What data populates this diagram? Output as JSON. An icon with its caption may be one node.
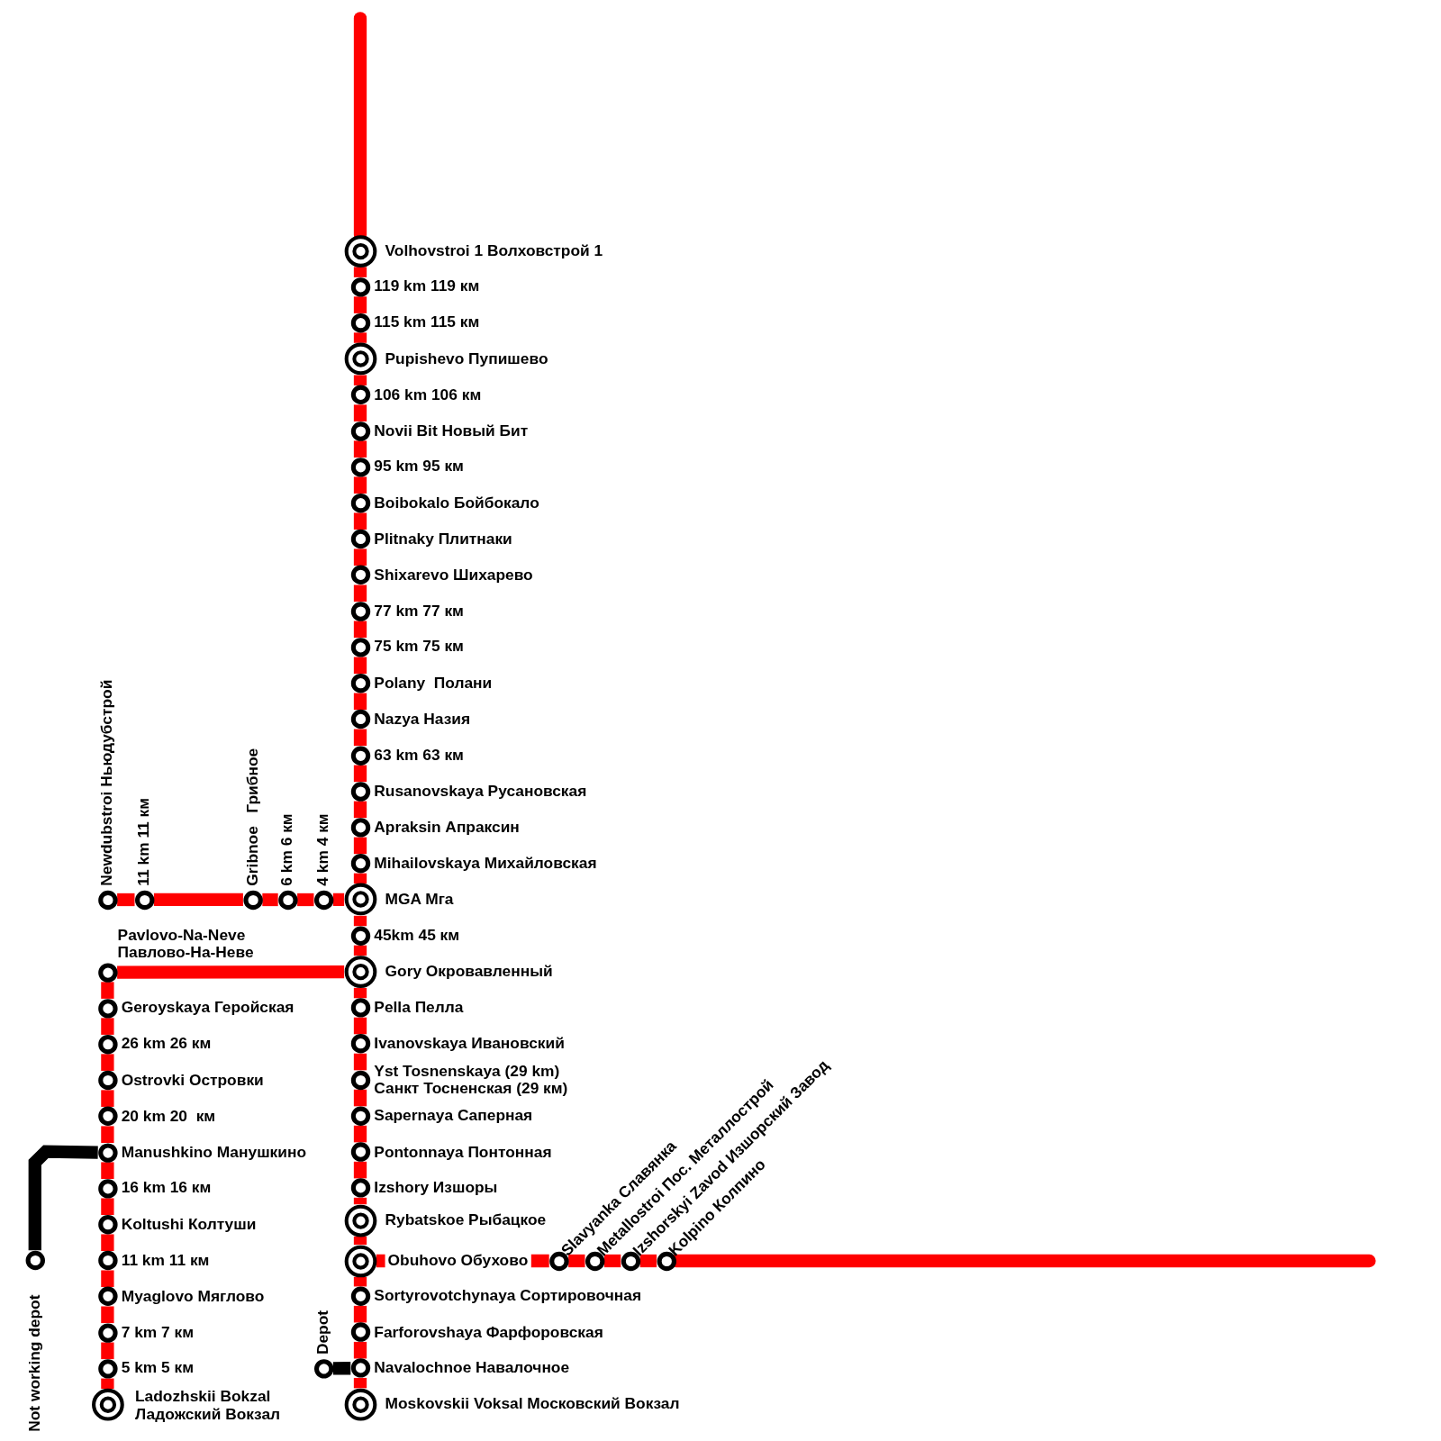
{
  "diagram": {
    "nodes": [
      {
        "text": [],
        "shape": "circle",
        "beside": [
          "Volhovstroi 1 Волховстрой 1"
        ]
      },
      {
        "text": [],
        "shape": "circle",
        "beside": [
          "119 km 119 км"
        ]
      },
      {
        "text": [],
        "shape": "circle",
        "beside": [
          "115 km 115 км"
        ]
      },
      {
        "text": [],
        "shape": "circle",
        "beside": [
          "Pupishevo Пупишево"
        ]
      },
      {
        "text": [],
        "shape": "circle",
        "beside": [
          "106 km 106 км"
        ]
      },
      {
        "text": [],
        "shape": "circle",
        "beside": [
          "Novii Bit Новый Бит"
        ]
      },
      {
        "text": [],
        "shape": "circle",
        "beside": [
          "95 km 95 км"
        ]
      },
      {
        "text": [],
        "shape": "circle",
        "beside": [
          "Boibokalo Бойбокало"
        ]
      },
      {
        "text": [],
        "shape": "circle",
        "beside": [
          "Plitnaky Плитнаки"
        ]
      },
      {
        "text": [],
        "shape": "circle",
        "beside": [
          "Shixarevo Шихарево"
        ]
      },
      {
        "text": [],
        "shape": "circle",
        "beside": [
          "77 km 77 км"
        ]
      },
      {
        "text": [],
        "shape": "circle",
        "beside": [
          "75 km 75 км"
        ]
      },
      {
        "text": [],
        "shape": "circle",
        "beside": [
          "Polany  Полани"
        ]
      },
      {
        "text": [],
        "shape": "circle",
        "beside": [
          "Nazya Назия"
        ]
      },
      {
        "text": [],
        "shape": "circle",
        "beside": [
          "63 km 63 км"
        ]
      },
      {
        "text": [],
        "shape": "circle",
        "beside": [
          "Rusanovskaya Русановская"
        ]
      },
      {
        "text": [],
        "shape": "circle",
        "beside": [
          "Apraksin Апраксин"
        ]
      },
      {
        "text": [],
        "shape": "circle",
        "beside": [
          "Mihailovskaya Михайловская"
        ]
      },
      {
        "text": [],
        "shape": "circle",
        "beside": [
          "MGA Мга"
        ]
      },
      {
        "text": [],
        "shape": "circle",
        "beside": [
          "45km 45 км"
        ]
      },
      {
        "text": [],
        "shape": "circle",
        "beside": [
          "Gory Окровавленный"
        ]
      },
      {
        "text": [],
        "shape": "circle",
        "beside": [
          "Pella Пелла"
        ]
      },
      {
        "text": [],
        "shape": "circle",
        "beside": [
          "Ivanovskaya Ивановский"
        ]
      },
      {
        "text": [],
        "shape": "circle",
        "beside": [
          "Yst Tosnenskaya (29 km) Санкт Тосненская (29 км)"
        ]
      },
      {
        "text": [],
        "shape": "circle",
        "beside": [
          "Sapernaya Саперная"
        ]
      },
      {
        "text": [],
        "shape": "circle",
        "beside": [
          "Pontonnaya Понтонная"
        ]
      },
      {
        "text": [],
        "shape": "circle",
        "beside": [
          "Izshory Изшоры"
        ]
      },
      {
        "text": [],
        "shape": "circle",
        "beside": [
          "Rybatskoe Рыбацкое"
        ]
      },
      {
        "text": [],
        "shape": "circle",
        "beside": [
          "Obuhovo Обухово"
        ]
      },
      {
        "text": [],
        "shape": "circle",
        "beside": [
          "Sortyrovotchynaya Сортировочная"
        ]
      },
      {
        "text": [],
        "shape": "circle",
        "beside": [
          "Farforovshaya Фарфоровская"
        ]
      },
      {
        "text": [],
        "shape": "circle",
        "beside": [
          "Navalochnoe Навалочное"
        ]
      },
      {
        "text": [],
        "shape": "circle",
        "beside": [
          "Moskovskii Voksal Московский Вокзал"
        ]
      },
      {
        "text": [],
        "shape": "circle",
        "beside": [
          "Newdubstroi Ньюдубстрой"
        ]
      },
      {
        "text": [],
        "shape": "circle",
        "beside": [
          "11 km 11 км"
        ]
      },
      {
        "text": [],
        "shape": "circle",
        "beside": [
          "Gribnoe   Грибное"
        ]
      },
      {
        "text": [],
        "shape": "circle",
        "beside": [
          "6 km 6 км"
        ]
      },
      {
        "text": [],
        "shape": "circle",
        "beside": [
          "4 km 4 км"
        ]
      },
      {
        "text": [],
        "shape": "circle",
        "beside": [
          "Pavlovo-Na-Neve Павлово-На-Неве"
        ]
      },
      {
        "text": [],
        "shape": "circle",
        "beside": [
          "Geroyskaya Геройская"
        ]
      },
      {
        "text": [],
        "shape": "circle",
        "beside": [
          "26 km 26 км"
        ]
      },
      {
        "text": [],
        "shape": "circle",
        "beside": [
          "Ostrovki Островки"
        ]
      },
      {
        "text": [],
        "shape": "circle",
        "beside": [
          "20 km 20  км"
        ]
      },
      {
        "text": [],
        "shape": "circle",
        "beside": [
          "Manushkino Манушкино"
        ]
      },
      {
        "text": [],
        "shape": "circle",
        "beside": [
          "16 km 16 км"
        ]
      },
      {
        "text": [],
        "shape": "circle",
        "beside": [
          "Koltushi Колтуши"
        ]
      },
      {
        "text": [],
        "shape": "circle",
        "beside": [
          "11 km 11 км"
        ]
      },
      {
        "text": [],
        "shape": "circle",
        "beside": [
          "Myaglovo Мяглово"
        ]
      },
      {
        "text": [],
        "shape": "circle",
        "beside": [
          "7 km 7 км"
        ]
      },
      {
        "text": [],
        "shape": "circle",
        "beside": [
          "5 km 5 км"
        ]
      },
      {
        "text": [],
        "shape": "circle",
        "beside": [
          "Ladozhskii Bokzal Ладожский Вокзал"
        ]
      },
      {
        "text": [],
        "shape": "circle",
        "beside": [
          "Not working depot"
        ]
      },
      {
        "text": [],
        "shape": "circle",
        "beside": [
          "Slavyanka Славянка"
        ]
      },
      {
        "text": [],
        "shape": "circle",
        "beside": [
          "Metallostroi Пос. Металлострой"
        ]
      },
      {
        "text": [],
        "shape": "circle",
        "beside": [
          "Izshorskyi Zavod Изшорский Завод"
        ]
      },
      {
        "text": [],
        "shape": "circle",
        "beside": [
          "Kolpino Колпино"
        ]
      },
      {
        "text": [],
        "shape": "circle",
        "beside": [
          "Depot"
        ]
      }
    ],
    "edges": [
      {
        "from": 0,
        "to": 1,
        "arrow": "none"
      },
      {
        "from": 1,
        "to": 2,
        "arrow": "none"
      },
      {
        "from": 2,
        "to": 3,
        "arrow": "none"
      },
      {
        "from": 3,
        "to": 4,
        "arrow": "none"
      },
      {
        "from": 4,
        "to": 5,
        "arrow": "none"
      },
      {
        "from": 5,
        "to": 6,
        "arrow": "none"
      },
      {
        "from": 6,
        "to": 7,
        "arrow": "none"
      },
      {
        "from": 7,
        "to": 8,
        "arrow": "none"
      },
      {
        "from": 8,
        "to": 9,
        "arrow": "none"
      },
      {
        "from": 9,
        "to": 10,
        "arrow": "none"
      },
      {
        "from": 10,
        "to": 11,
        "arrow": "none"
      },
      {
        "from": 11,
        "to": 12,
        "arrow": "none"
      },
      {
        "from": 12,
        "to": 13,
        "arrow": "none"
      },
      {
        "from": 13,
        "to": 14,
        "arrow": "none"
      },
      {
        "from": 14,
        "to": 15,
        "arrow": "none"
      },
      {
        "from": 15,
        "to": 16,
        "arrow": "none"
      },
      {
        "from": 16,
        "to": 17,
        "arrow": "none"
      },
      {
        "from": 17,
        "to": 18,
        "arrow": "none"
      },
      {
        "from": 18,
        "to": 19,
        "arrow": "none"
      },
      {
        "from": 19,
        "to": 20,
        "arrow": "none"
      },
      {
        "from": 20,
        "to": 21,
        "arrow": "none"
      },
      {
        "from": 21,
        "to": 22,
        "arrow": "none"
      },
      {
        "from": 22,
        "to": 23,
        "arrow": "none"
      },
      {
        "from": 23,
        "to": 24,
        "arrow": "none"
      },
      {
        "from": 24,
        "to": 25,
        "arrow": "none"
      },
      {
        "from": 25,
        "to": 26,
        "arrow": "none"
      },
      {
        "from": 26,
        "to": 27,
        "arrow": "none"
      },
      {
        "from": 27,
        "to": 28,
        "arrow": "none"
      },
      {
        "from": 28,
        "to": 29,
        "arrow": "none"
      },
      {
        "from": 29,
        "to": 30,
        "arrow": "none"
      },
      {
        "from": 30,
        "to": 31,
        "arrow": "none"
      },
      {
        "from": 31,
        "to": 32,
        "arrow": "none"
      },
      {
        "from": null,
        "to": 0,
        "arrow": "none"
      },
      {
        "from": 33,
        "to": 34,
        "arrow": "none"
      },
      {
        "from": 34,
        "to": 35,
        "arrow": "none"
      },
      {
        "from": 35,
        "to": 36,
        "arrow": "none"
      },
      {
        "from": 36,
        "to": 37,
        "arrow": "none"
      },
      {
        "from": 37,
        "to": 18,
        "arrow": "none"
      },
      {
        "from": 20,
        "to": 38,
        "arrow": "none"
      },
      {
        "from": 38,
        "to": 39,
        "arrow": "none"
      },
      {
        "from": 39,
        "to": 40,
        "arrow": "none"
      },
      {
        "from": 40,
        "to": 41,
        "arrow": "none"
      },
      {
        "from": 41,
        "to": 42,
        "arrow": "none"
      },
      {
        "from": 42,
        "to": 43,
        "arrow": "none"
      },
      {
        "from": 43,
        "to": 44,
        "arrow": "none"
      },
      {
        "from": 44,
        "to": 45,
        "arrow": "none"
      },
      {
        "from": 45,
        "to": 46,
        "arrow": "none"
      },
      {
        "from": 46,
        "to": 47,
        "arrow": "none"
      },
      {
        "from": 47,
        "to": 48,
        "arrow": "none"
      },
      {
        "from": 48,
        "to": 49,
        "arrow": "none"
      },
      {
        "from": 49,
        "to": 50,
        "arrow": "none"
      },
      {
        "from": 51,
        "to": 43,
        "arrow": "none",
        "color": "#000000"
      },
      {
        "from": 28,
        "to": 52,
        "arrow": "none"
      },
      {
        "from": 52,
        "to": 53,
        "arrow": "none"
      },
      {
        "from": 53,
        "to": 54,
        "arrow": "none"
      },
      {
        "from": 54,
        "to": 55,
        "arrow": "none"
      },
      {
        "from": 55,
        "to": null,
        "arrow": "none"
      },
      {
        "from": 56,
        "to": 31,
        "arrow": "none",
        "color": "#000000"
      }
    ]
  }
}
